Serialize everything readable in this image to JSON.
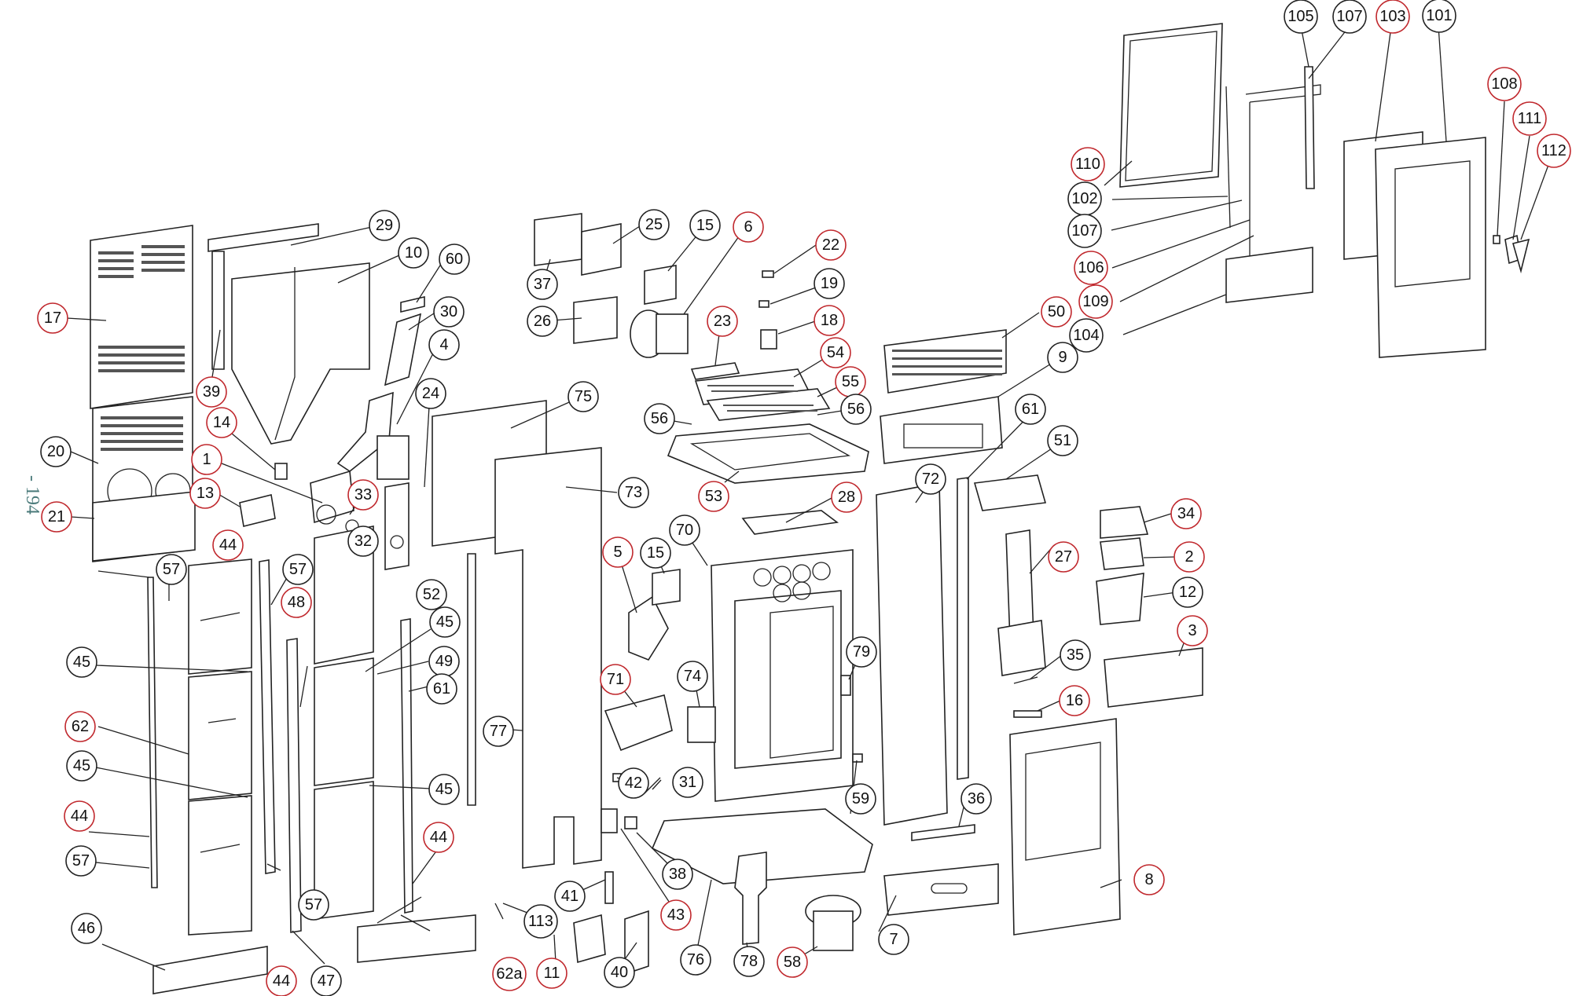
{
  "page_number": "- 194",
  "colors": {
    "callout_red": "#c0282d",
    "callout_black": "#222222",
    "line": "#222222",
    "page_number": "#4a7a7a"
  },
  "parts": [
    {
      "id": "p1",
      "label": "1",
      "ring": "red"
    },
    {
      "id": "p2",
      "label": "2",
      "ring": "red"
    },
    {
      "id": "p3",
      "label": "3",
      "ring": "red"
    },
    {
      "id": "p4",
      "label": "4",
      "ring": "black"
    },
    {
      "id": "p5",
      "label": "5",
      "ring": "red"
    },
    {
      "id": "p6",
      "label": "6",
      "ring": "red"
    },
    {
      "id": "p7",
      "label": "7",
      "ring": "black"
    },
    {
      "id": "p8",
      "label": "8",
      "ring": "red"
    },
    {
      "id": "p9",
      "label": "9",
      "ring": "black"
    },
    {
      "id": "p10",
      "label": "10",
      "ring": "black"
    },
    {
      "id": "p11",
      "label": "11",
      "ring": "red"
    },
    {
      "id": "p12",
      "label": "12",
      "ring": "black"
    },
    {
      "id": "p13",
      "label": "13",
      "ring": "red"
    },
    {
      "id": "p14",
      "label": "14",
      "ring": "red"
    },
    {
      "id": "p15a",
      "label": "15",
      "ring": "black"
    },
    {
      "id": "p15b",
      "label": "15",
      "ring": "black"
    },
    {
      "id": "p16",
      "label": "16",
      "ring": "red"
    },
    {
      "id": "p17",
      "label": "17",
      "ring": "red"
    },
    {
      "id": "p18",
      "label": "18",
      "ring": "red"
    },
    {
      "id": "p19",
      "label": "19",
      "ring": "black"
    },
    {
      "id": "p20",
      "label": "20",
      "ring": "black"
    },
    {
      "id": "p21",
      "label": "21",
      "ring": "red"
    },
    {
      "id": "p22",
      "label": "22",
      "ring": "red"
    },
    {
      "id": "p23",
      "label": "23",
      "ring": "red"
    },
    {
      "id": "p24",
      "label": "24",
      "ring": "black"
    },
    {
      "id": "p25",
      "label": "25",
      "ring": "black"
    },
    {
      "id": "p26",
      "label": "26",
      "ring": "black"
    },
    {
      "id": "p27",
      "label": "27",
      "ring": "red"
    },
    {
      "id": "p28",
      "label": "28",
      "ring": "red"
    },
    {
      "id": "p29",
      "label": "29",
      "ring": "black"
    },
    {
      "id": "p30",
      "label": "30",
      "ring": "black"
    },
    {
      "id": "p31",
      "label": "31",
      "ring": "black"
    },
    {
      "id": "p32",
      "label": "32",
      "ring": "black"
    },
    {
      "id": "p33",
      "label": "33",
      "ring": "red"
    },
    {
      "id": "p34",
      "label": "34",
      "ring": "red"
    },
    {
      "id": "p35",
      "label": "35",
      "ring": "black"
    },
    {
      "id": "p36",
      "label": "36",
      "ring": "black"
    },
    {
      "id": "p37",
      "label": "37",
      "ring": "black"
    },
    {
      "id": "p38",
      "label": "38",
      "ring": "black"
    },
    {
      "id": "p39",
      "label": "39",
      "ring": "red"
    },
    {
      "id": "p40",
      "label": "40",
      "ring": "black"
    },
    {
      "id": "p41",
      "label": "41",
      "ring": "black"
    },
    {
      "id": "p42",
      "label": "42",
      "ring": "black"
    },
    {
      "id": "p43",
      "label": "43",
      "ring": "red"
    },
    {
      "id": "p44a",
      "label": "44",
      "ring": "red"
    },
    {
      "id": "p44b",
      "label": "44",
      "ring": "red"
    },
    {
      "id": "p44c",
      "label": "44",
      "ring": "red"
    },
    {
      "id": "p44d",
      "label": "44",
      "ring": "red"
    },
    {
      "id": "p45a",
      "label": "45",
      "ring": "black"
    },
    {
      "id": "p45b",
      "label": "45",
      "ring": "black"
    },
    {
      "id": "p45c",
      "label": "45",
      "ring": "black"
    },
    {
      "id": "p45d",
      "label": "45",
      "ring": "black"
    },
    {
      "id": "p46",
      "label": "46",
      "ring": "black"
    },
    {
      "id": "p47",
      "label": "47",
      "ring": "black"
    },
    {
      "id": "p48",
      "label": "48",
      "ring": "red"
    },
    {
      "id": "p49",
      "label": "49",
      "ring": "black"
    },
    {
      "id": "p50",
      "label": "50",
      "ring": "red"
    },
    {
      "id": "p51",
      "label": "51",
      "ring": "black"
    },
    {
      "id": "p52",
      "label": "52",
      "ring": "black"
    },
    {
      "id": "p53",
      "label": "53",
      "ring": "red"
    },
    {
      "id": "p54",
      "label": "54",
      "ring": "red"
    },
    {
      "id": "p55",
      "label": "55",
      "ring": "red"
    },
    {
      "id": "p56a",
      "label": "56",
      "ring": "black"
    },
    {
      "id": "p56b",
      "label": "56",
      "ring": "black"
    },
    {
      "id": "p57a",
      "label": "57",
      "ring": "black"
    },
    {
      "id": "p57b",
      "label": "57",
      "ring": "black"
    },
    {
      "id": "p57c",
      "label": "57",
      "ring": "black"
    },
    {
      "id": "p57d",
      "label": "57",
      "ring": "black"
    },
    {
      "id": "p58",
      "label": "58",
      "ring": "red"
    },
    {
      "id": "p59",
      "label": "59",
      "ring": "black"
    },
    {
      "id": "p60",
      "label": "60",
      "ring": "black"
    },
    {
      "id": "p61a",
      "label": "61",
      "ring": "black"
    },
    {
      "id": "p61b",
      "label": "61",
      "ring": "black"
    },
    {
      "id": "p62",
      "label": "62",
      "ring": "red"
    },
    {
      "id": "p62a",
      "label": "62a",
      "ring": "red"
    },
    {
      "id": "p70",
      "label": "70",
      "ring": "black"
    },
    {
      "id": "p71",
      "label": "71",
      "ring": "red"
    },
    {
      "id": "p72",
      "label": "72",
      "ring": "black"
    },
    {
      "id": "p73",
      "label": "73",
      "ring": "black"
    },
    {
      "id": "p74",
      "label": "74",
      "ring": "black"
    },
    {
      "id": "p75",
      "label": "75",
      "ring": "black"
    },
    {
      "id": "p76",
      "label": "76",
      "ring": "black"
    },
    {
      "id": "p77",
      "label": "77",
      "ring": "black"
    },
    {
      "id": "p78",
      "label": "78",
      "ring": "black"
    },
    {
      "id": "p79",
      "label": "79",
      "ring": "black"
    },
    {
      "id": "p101",
      "label": "101",
      "ring": "black"
    },
    {
      "id": "p102",
      "label": "102",
      "ring": "black"
    },
    {
      "id": "p103",
      "label": "103",
      "ring": "red"
    },
    {
      "id": "p104",
      "label": "104",
      "ring": "black"
    },
    {
      "id": "p105",
      "label": "105",
      "ring": "black"
    },
    {
      "id": "p106",
      "label": "106",
      "ring": "red"
    },
    {
      "id": "p107a",
      "label": "107",
      "ring": "black"
    },
    {
      "id": "p107b",
      "label": "107",
      "ring": "black"
    },
    {
      "id": "p108",
      "label": "108",
      "ring": "red"
    },
    {
      "id": "p109",
      "label": "109",
      "ring": "red"
    },
    {
      "id": "p110",
      "label": "110",
      "ring": "red"
    },
    {
      "id": "p111",
      "label": "111",
      "ring": "red"
    },
    {
      "id": "p112",
      "label": "112",
      "ring": "red"
    },
    {
      "id": "p113",
      "label": "113",
      "ring": "black"
    }
  ]
}
